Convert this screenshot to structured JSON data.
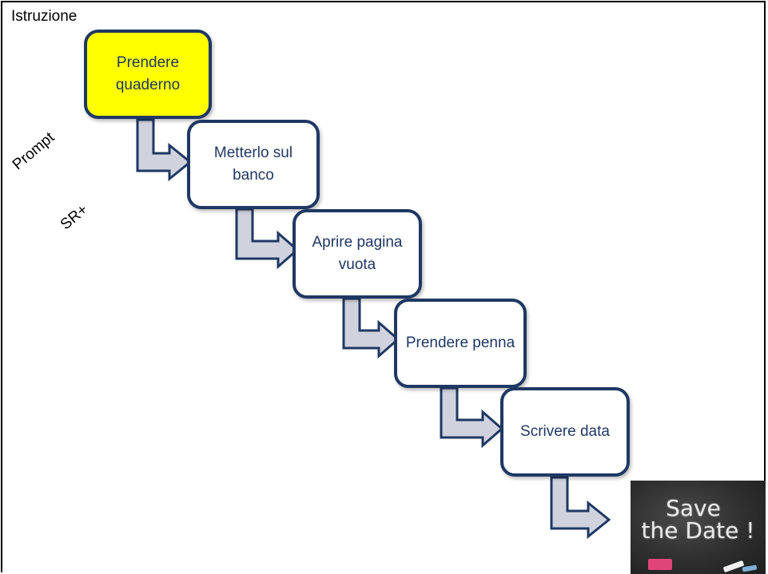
{
  "title": "Istruzione",
  "side_labels": {
    "prompt": "Prompt",
    "reinforcement": "SR+"
  },
  "steps": [
    {
      "label": "Prendere quaderno",
      "highlighted": true
    },
    {
      "label": "Metterlo sul banco",
      "highlighted": false
    },
    {
      "label": "Aprire pagina vuota",
      "highlighted": false
    },
    {
      "label": "Prendere penna",
      "highlighted": false
    },
    {
      "label": "Scrivere data",
      "highlighted": false
    }
  ],
  "save_the_date": {
    "line1": "Save",
    "line2": "the Date !"
  },
  "colors": {
    "box_border": "#1f3864",
    "highlight": "#ffff00",
    "arrow_fill": "#d0d3de",
    "arrow_stroke": "#1f3864"
  }
}
